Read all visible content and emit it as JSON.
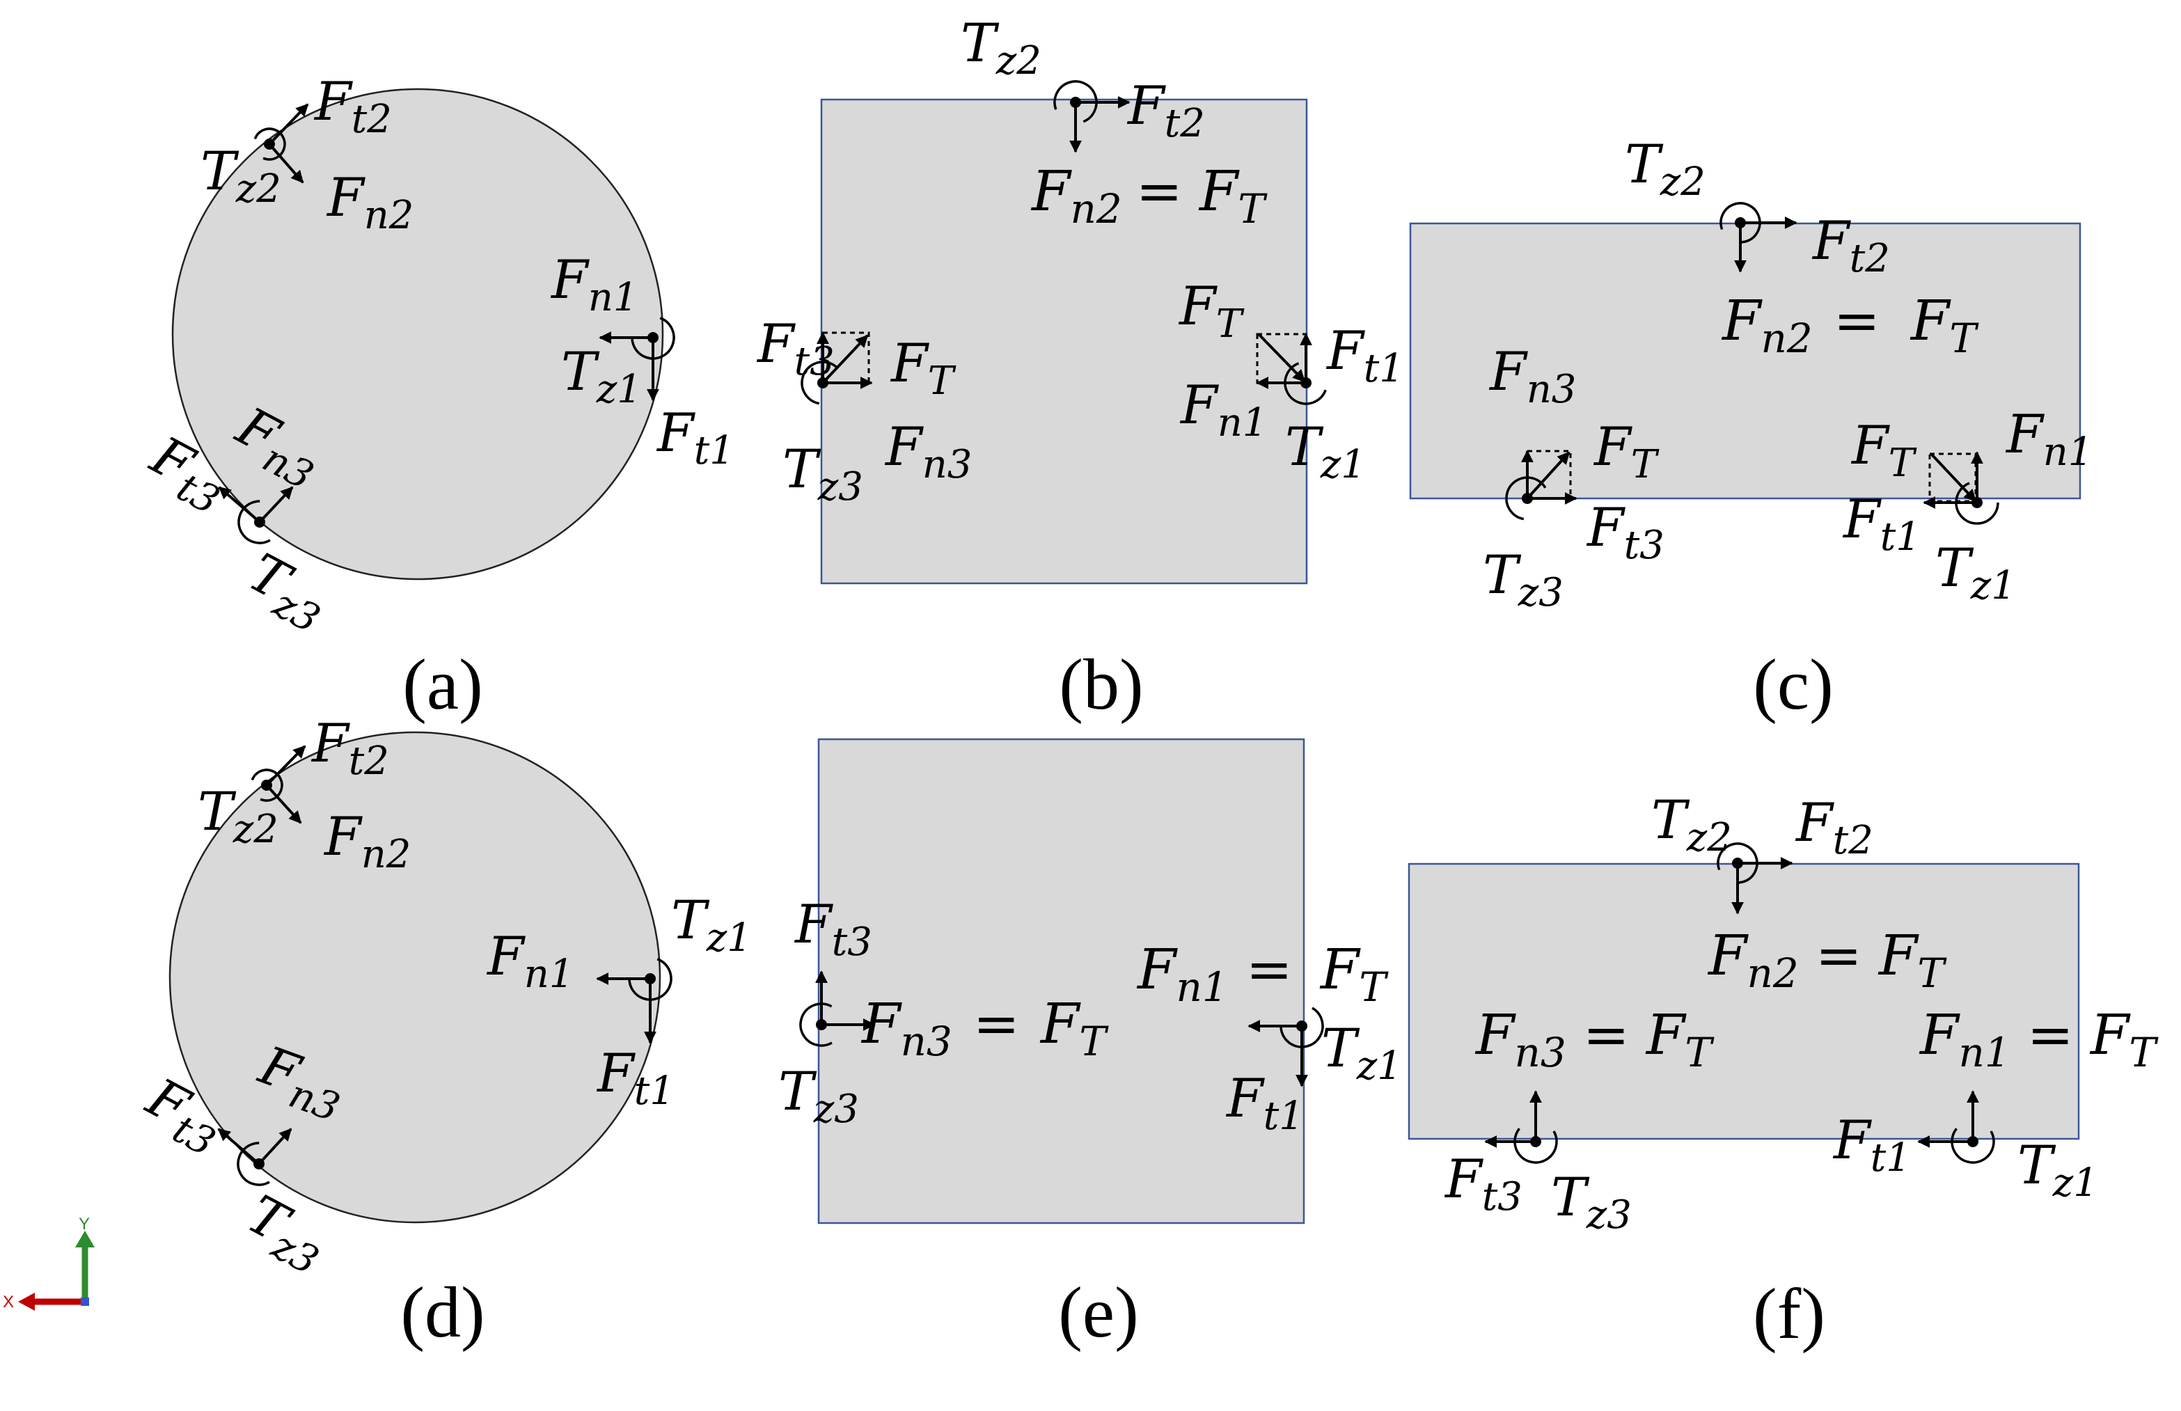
{
  "colors": {
    "body_fill": "#d9d9d9",
    "circle_stroke": "#222222",
    "rect_stroke": "#3b5798",
    "axis_y": "#2e8b2e",
    "axis_x": "#c00000"
  },
  "captions": {
    "a": "(a)",
    "b": "(b)",
    "c": "(c)",
    "d": "(d)",
    "e": "(e)",
    "f": "(f)"
  },
  "symbols": {
    "F": "F",
    "T": "T",
    "eq": "=",
    "sub_t1": "t1",
    "sub_t2": "t2",
    "sub_t3": "t3",
    "sub_n1": "n1",
    "sub_n2": "n2",
    "sub_n3": "n3",
    "sub_z1": "z1",
    "sub_z2": "z2",
    "sub_z3": "z3",
    "sub_T": "T"
  },
  "axis": {
    "y_label": "Y",
    "x_label": "X"
  }
}
